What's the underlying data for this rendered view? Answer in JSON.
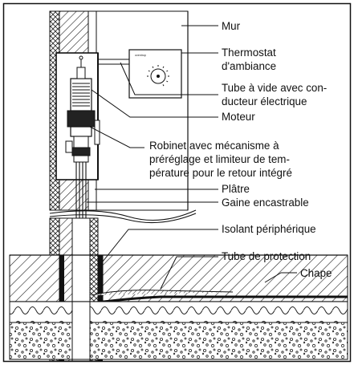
{
  "diagram": {
    "labels": {
      "wall": [
        "Mur"
      ],
      "thermostat": [
        "Thermostat",
        "d'ambiance"
      ],
      "vacuum_tube": [
        "Tube à vide avec con-",
        "ducteur électrique"
      ],
      "motor": [
        "Moteur"
      ],
      "valve": [
        "Robinet avec mécanisme à",
        "préréglage et limiteur de tem-",
        "pérature pour le retour intégré"
      ],
      "plaster": [
        "Plâtre"
      ],
      "conduit": [
        "Gaine encastrable"
      ],
      "edge_insulation": [
        "Isolant périphérique"
      ],
      "protection_tube": [
        "Tube de protection"
      ],
      "screed": [
        "Chape"
      ]
    },
    "thermostat_brand": "oventrop"
  }
}
